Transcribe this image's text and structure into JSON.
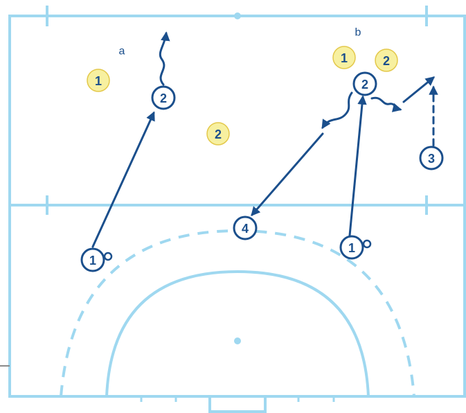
{
  "colors": {
    "court": "#9fd8f0",
    "arrow": "#1b4f8c",
    "attacker_outline": "#1b4f8c",
    "attacker_fill": "#ffffff",
    "defender_fill": "#f7f0a0",
    "defender_outline": "#e3c84a",
    "defender_text": "#1b4f8c"
  },
  "section_labels": {
    "a": "a",
    "b": "b"
  },
  "attackers": [
    {
      "name": "attacker-2-a",
      "label": "2"
    },
    {
      "name": "attacker-1-a",
      "label": "1",
      "has_ball": true
    },
    {
      "name": "attacker-2-b",
      "label": "2"
    },
    {
      "name": "attacker-3-b",
      "label": "3"
    },
    {
      "name": "attacker-4-b",
      "label": "4"
    },
    {
      "name": "attacker-1-b",
      "label": "1",
      "has_ball": true
    }
  ],
  "defenders": [
    {
      "name": "defender-1-a",
      "label": "1"
    },
    {
      "name": "defender-2-a",
      "label": "2"
    },
    {
      "name": "defender-1-b",
      "label": "1"
    },
    {
      "name": "defender-2-b",
      "label": "2"
    }
  ],
  "legend_icons": {
    "ball": "ball-icon",
    "pass": "arrow-icon",
    "dribble": "wavy-arrow-icon",
    "run": "dashed-arrow-icon"
  }
}
